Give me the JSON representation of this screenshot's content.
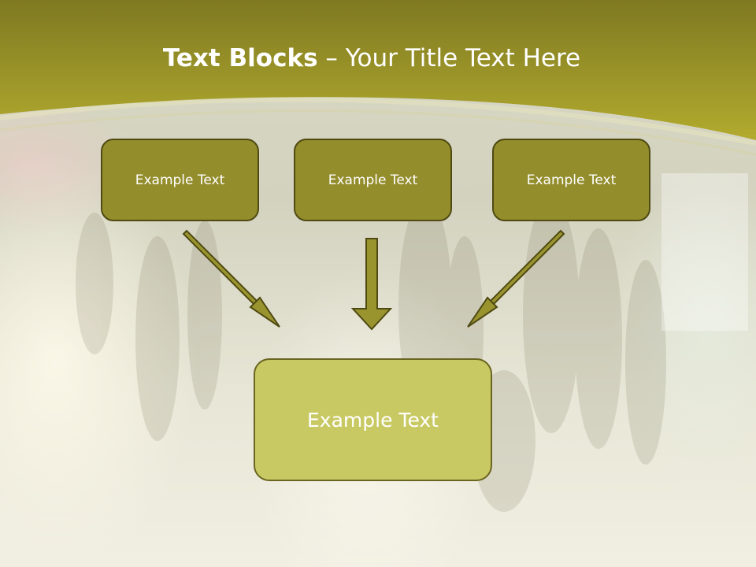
{
  "slide": {
    "title_bold": "Text Blocks",
    "title_rest": " – Your Title Text Here"
  },
  "blocks": {
    "top_left": "Example Text",
    "top_center": "Example Text",
    "top_right": "Example Text",
    "bottom": "Example Text"
  },
  "colors": {
    "header": "#a9a228",
    "top_box_fill": "#938d2c",
    "bottom_box_fill": "#c9c964",
    "arrow_fill": "#9a942f",
    "border": "#4f4a12"
  }
}
